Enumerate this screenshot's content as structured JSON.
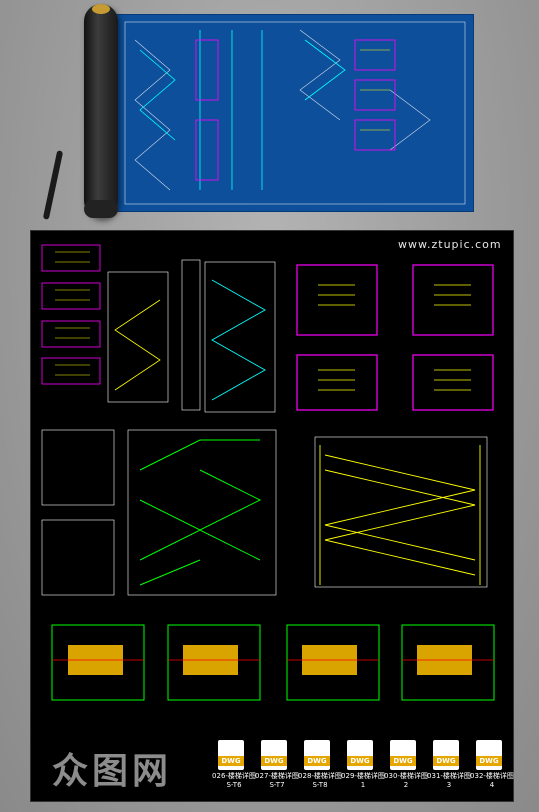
{
  "watermark": "www.ztupic.com",
  "brand": "众图网",
  "files": [
    {
      "name": "026-楼梯详图S-T6",
      "icon": "dwg-file-icon",
      "tag": "DWG"
    },
    {
      "name": "027-楼梯详图S-T7",
      "icon": "dwg-file-icon",
      "tag": "DWG"
    },
    {
      "name": "028-楼梯详图S-T8",
      "icon": "dwg-file-icon",
      "tag": "DWG"
    },
    {
      "name": "029-楼梯详图1",
      "icon": "dwg-file-icon",
      "tag": "DWG"
    },
    {
      "name": "030-楼梯详图2",
      "icon": "dwg-file-icon",
      "tag": "DWG"
    },
    {
      "name": "031-楼梯详图3",
      "icon": "dwg-file-icon",
      "tag": "DWG"
    },
    {
      "name": "032-楼梯详图4",
      "icon": "dwg-file-icon",
      "tag": "DWG"
    }
  ],
  "colors": {
    "blueprint": "#0d4f9a",
    "cad_bg": "#000000",
    "cad_yellow": "#ffff00",
    "cad_green": "#00ff00",
    "cad_magenta": "#ff00ff",
    "cad_cyan": "#00ffff"
  }
}
